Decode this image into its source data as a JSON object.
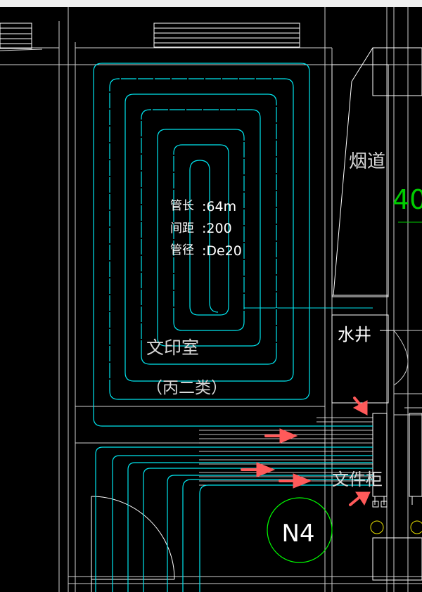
{
  "room": {
    "name": "文印室",
    "class": "（丙二类）"
  },
  "pipe_spec": {
    "length_label": "管长",
    "length_value": ":64m",
    "spacing_label": "间距",
    "spacing_value": ":200",
    "diameter_label": "管径",
    "diameter_value": ":De20"
  },
  "labels": {
    "chimney": "烟道",
    "water_well": "水井",
    "manifold_box": "文件柜",
    "edge_number": "40",
    "node": "N4"
  },
  "colors": {
    "background": "#000000",
    "wall_lines": "#ffffff",
    "pipe_loops": "#00e5ee",
    "node_circle": "#00ff00",
    "edge_number": "#00ff00",
    "arrows": "#ff5a5a"
  }
}
